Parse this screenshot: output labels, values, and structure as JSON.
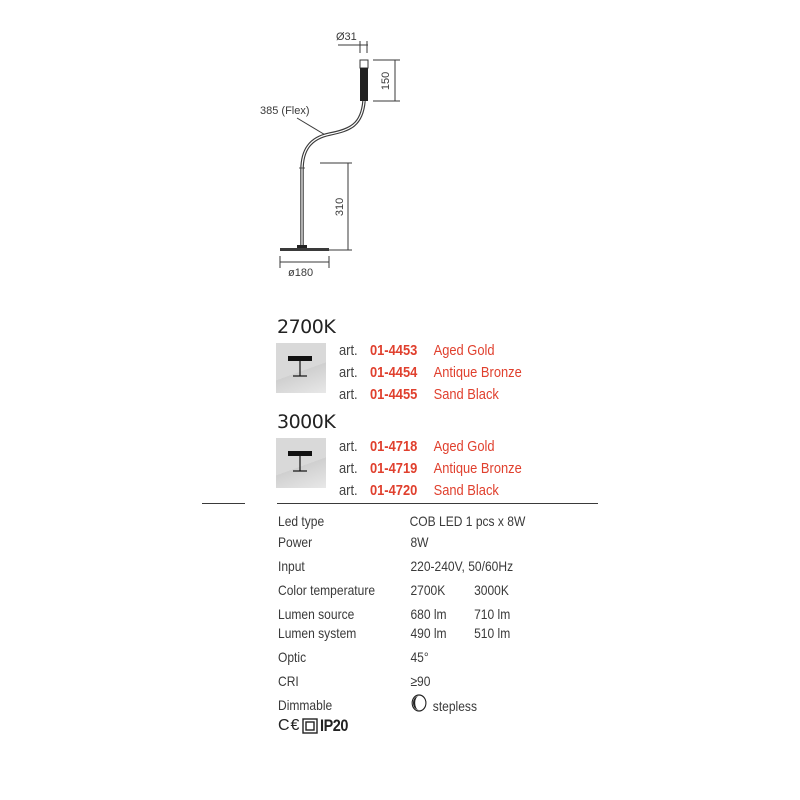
{
  "drawing": {
    "dimensions": {
      "head_diameter": "Ø31",
      "head_length": "150",
      "flex_length": "385 (Flex)",
      "stem_height": "310",
      "base_diameter": "ø180"
    }
  },
  "variants": [
    {
      "heading": "2700K",
      "articles": [
        {
          "label": "art.",
          "code": "01-4453",
          "finish": "Aged Gold"
        },
        {
          "label": "art.",
          "code": "01-4454",
          "finish": "Antique Bronze"
        },
        {
          "label": "art.",
          "code": "01-4455",
          "finish": "Sand Black"
        }
      ]
    },
    {
      "heading": "3000K",
      "articles": [
        {
          "label": "art.",
          "code": "01-4718",
          "finish": "Aged Gold"
        },
        {
          "label": "art.",
          "code": "01-4719",
          "finish": "Antique Bronze"
        },
        {
          "label": "art.",
          "code": "01-4720",
          "finish": "Sand Black"
        }
      ]
    }
  ],
  "specs": [
    {
      "label": "Led type",
      "v1": "COB LED 1 pcs x 8W",
      "v2": ""
    },
    {
      "label": "Power",
      "v1": "8W",
      "v2": ""
    },
    {
      "label": "Input",
      "v1": "220-240V, 50/60Hz",
      "v2": ""
    },
    {
      "label": "Color temperature",
      "v1": "2700K",
      "v2": "3000K"
    },
    {
      "label": "Lumen source",
      "v1": "680 lm",
      "v2": "710 lm"
    },
    {
      "label": "Lumen system",
      "v1": "490 lm",
      "v2": "510 lm"
    },
    {
      "label": "Optic",
      "v1": "45°",
      "v2": ""
    },
    {
      "label": "CRI",
      "v1": "≥90",
      "v2": ""
    },
    {
      "label": "Dimmable",
      "v1": "stepless",
      "v2": ""
    }
  ],
  "certifications": {
    "ce": "C€",
    "class": "class-II-icon",
    "ip": "IP20"
  },
  "colors": {
    "accent": "#e0402e",
    "text": "#3a3a3a"
  }
}
